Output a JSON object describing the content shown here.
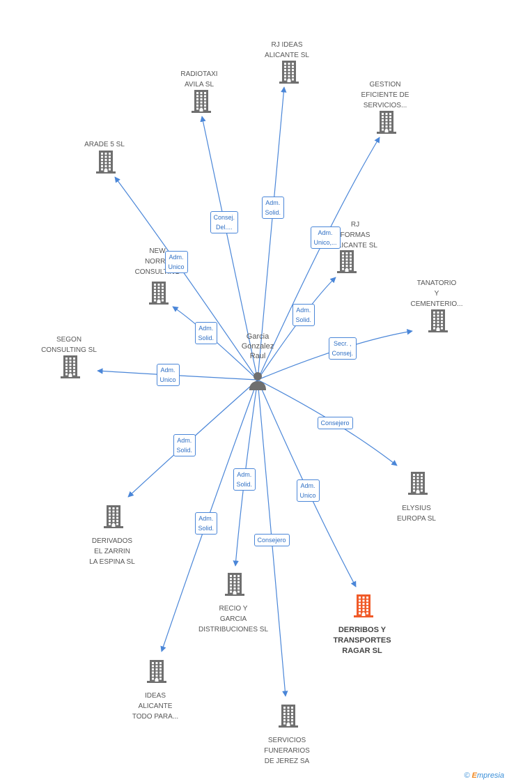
{
  "center": {
    "lines": [
      "Garcia",
      "Gonzalez",
      "Raul"
    ]
  },
  "companies": [
    {
      "id": "rj-ideas",
      "lines": [
        "RJ IDEAS",
        "ALICANTE SL"
      ],
      "highlight": false
    },
    {
      "id": "radiotaxi",
      "lines": [
        "RADIOTAXI",
        "AVILA SL"
      ],
      "highlight": false
    },
    {
      "id": "gestion",
      "lines": [
        "GESTION",
        "EFICIENTE DE",
        "SERVICIOS..."
      ],
      "highlight": false
    },
    {
      "id": "arade",
      "lines": [
        "ARADE 5 SL"
      ],
      "highlight": false
    },
    {
      "id": "rj-formas",
      "lines": [
        "RJ",
        "FORMAS",
        "ALICANTE SL"
      ],
      "highlight": false
    },
    {
      "id": "new-norrs",
      "lines": [
        "NEW",
        "NORRS",
        "CONSULTING"
      ],
      "highlight": false
    },
    {
      "id": "tanatorio",
      "lines": [
        "TANATORIO",
        "Y",
        "CEMENTERIO..."
      ],
      "highlight": false
    },
    {
      "id": "segon",
      "lines": [
        "SEGON",
        "CONSULTING SL"
      ],
      "highlight": false
    },
    {
      "id": "elysius",
      "lines": [
        "ELYSIUS",
        "EUROPA SL"
      ],
      "highlight": false
    },
    {
      "id": "derivados",
      "lines": [
        "DERIVADOS",
        "EL ZARRIN",
        "LA ESPINA SL"
      ],
      "highlight": false
    },
    {
      "id": "recio",
      "lines": [
        "RECIO Y",
        "GARCIA",
        "DISTRIBUCIONES SL"
      ],
      "highlight": false
    },
    {
      "id": "derribos",
      "lines": [
        "DERRIBOS Y",
        "TRANSPORTES",
        "RAGAR SL"
      ],
      "highlight": true
    },
    {
      "id": "ideas-alicante",
      "lines": [
        "IDEAS",
        "ALICANTE",
        "TODO PARA..."
      ],
      "highlight": false
    },
    {
      "id": "servicios",
      "lines": [
        "SERVICIOS",
        "FUNERARIOS",
        "DE JEREZ SA"
      ],
      "highlight": false
    }
  ],
  "relations": [
    {
      "id": "rel-rj-ideas",
      "lines": [
        "Adm.",
        "Solid."
      ]
    },
    {
      "id": "rel-radiotaxi",
      "lines": [
        "Consej.",
        "Del...."
      ]
    },
    {
      "id": "rel-gestion",
      "lines": [
        "Adm.",
        "Unico,..."
      ]
    },
    {
      "id": "rel-arade",
      "lines": [
        "Adm.",
        "Unico"
      ]
    },
    {
      "id": "rel-rj-formas",
      "lines": [
        "Adm.",
        "Solid."
      ]
    },
    {
      "id": "rel-new-norrs",
      "lines": [
        "Adm.",
        "Solid."
      ]
    },
    {
      "id": "rel-tanatorio",
      "lines": [
        "Secr. ,",
        "Consej."
      ]
    },
    {
      "id": "rel-segon",
      "lines": [
        "Adm.",
        "Unico"
      ]
    },
    {
      "id": "rel-elysius",
      "lines": [
        "Consejero"
      ]
    },
    {
      "id": "rel-derivados",
      "lines": [
        "Adm.",
        "Solid."
      ]
    },
    {
      "id": "rel-recio",
      "lines": [
        "Adm.",
        "Solid."
      ]
    },
    {
      "id": "rel-derribos",
      "lines": [
        "Adm.",
        "Unico"
      ]
    },
    {
      "id": "rel-ideas-alicante",
      "lines": [
        "Adm.",
        "Solid."
      ]
    },
    {
      "id": "rel-servicios",
      "lines": [
        "Consejero"
      ]
    }
  ],
  "colors": {
    "edge": "#4a86d8",
    "building": "#6f6f6f",
    "building_highlight": "#f05a28",
    "person": "#6f6f6f"
  },
  "icons": {
    "company": "building-icon",
    "center": "person-icon"
  },
  "brand": {
    "symbol": "©",
    "initial": "E",
    "rest": "mpresia"
  }
}
